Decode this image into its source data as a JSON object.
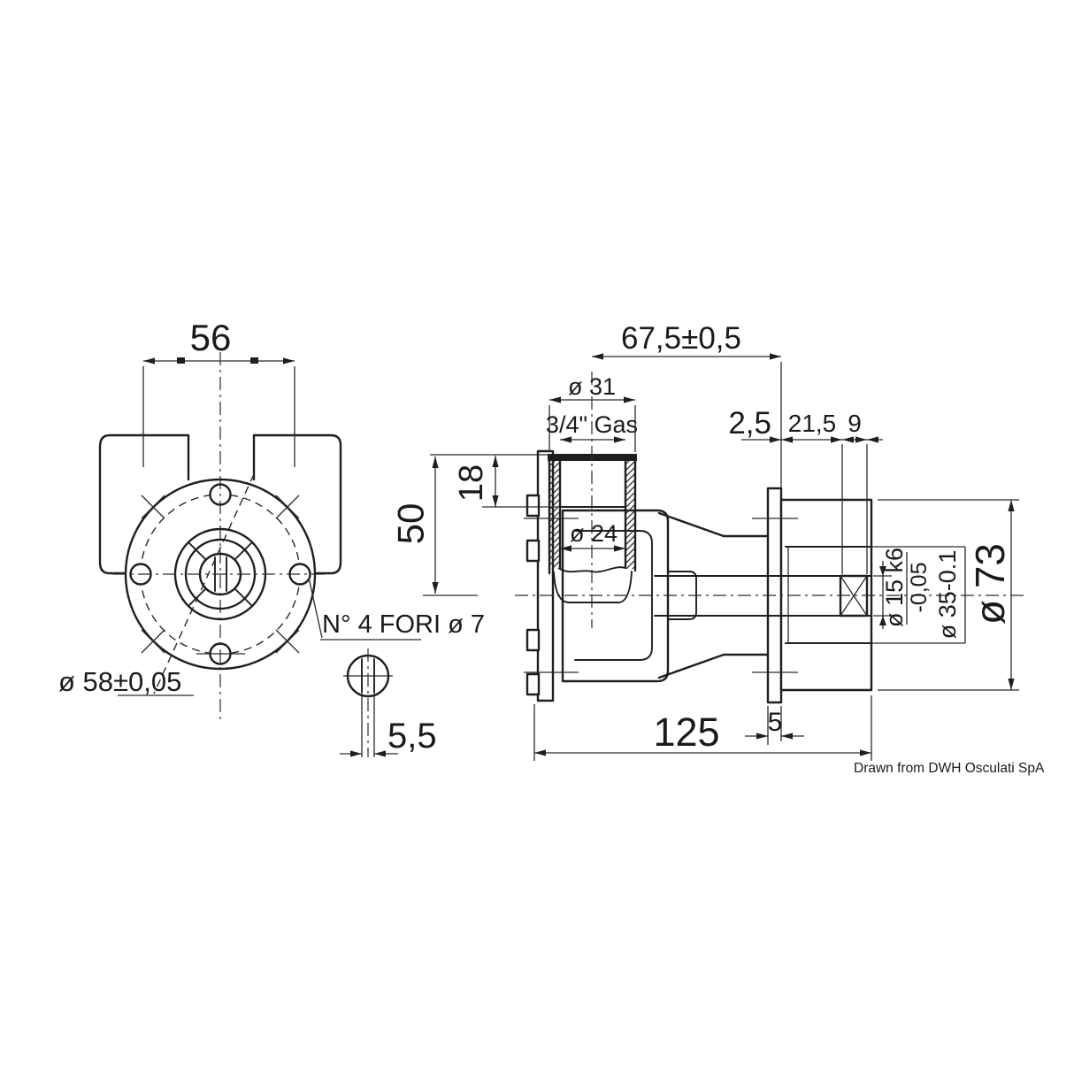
{
  "drawing": {
    "kind": "technical-drawing",
    "colors": {
      "ink": "#1a1a1a",
      "paper": "#ffffff"
    },
    "front_view": {
      "width_dim": "56",
      "bolt_circle_dim": "ø 58±0,05",
      "holes_label": "N° 4 FORI ø 7",
      "key_width_dim": "5,5"
    },
    "section_view": {
      "overall_offset_dim": "67,5±0,5",
      "port_outer_dim": "ø 31",
      "thread_label": "3/4\" Gas",
      "thread_depth_dim": "18",
      "port_center_dim": "50",
      "port_bore_dim": "ø 24",
      "recess_dim": "2,5",
      "bearing_seat_dim": "21,5",
      "key_length_dim": "9",
      "shaft_dim": "ø 15 k6",
      "shaft_tolerance": "-0,05",
      "seat_dim": "ø 35-0.1",
      "body_dia_dim": "ø 73",
      "flange_thickness_dim": "5",
      "overall_length_dim": "125"
    },
    "footer": {
      "credit": "Drawn from DWH Osculati SpA"
    }
  }
}
